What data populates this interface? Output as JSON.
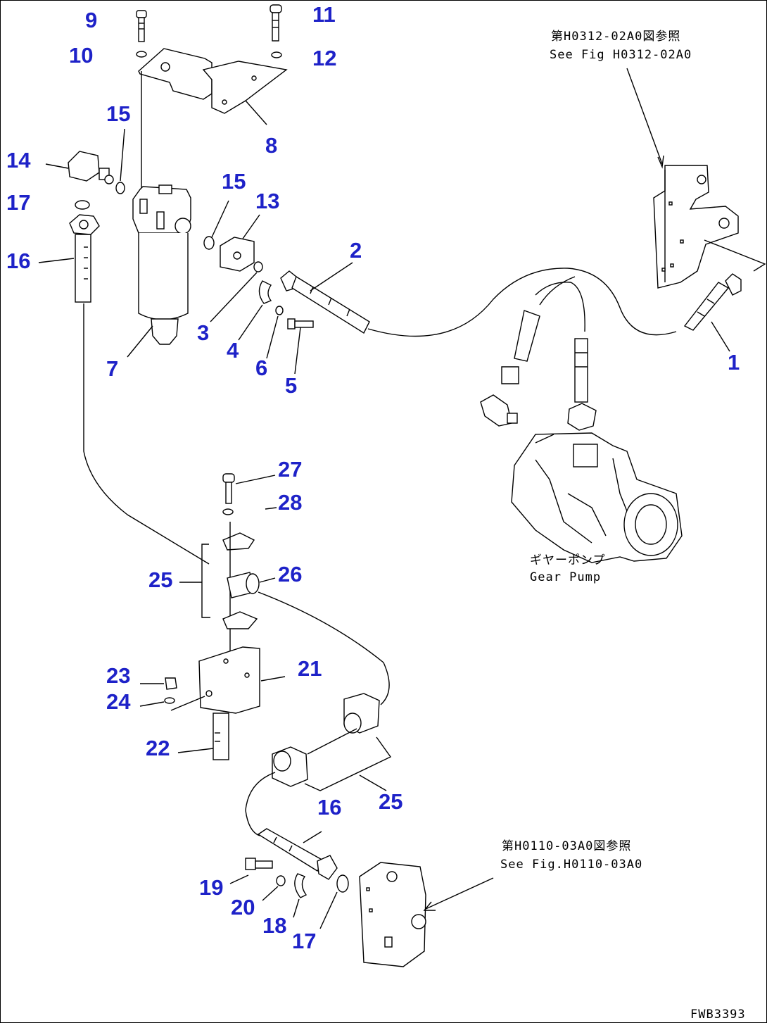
{
  "accent_color": "#1e22c8",
  "callouts": {
    "c9": "9",
    "c10": "10",
    "c11": "11",
    "c12": "12",
    "c8": "8",
    "c15a": "15",
    "c14": "14",
    "c17a": "17",
    "c15b": "15",
    "c13": "13",
    "c16a": "16",
    "c2": "2",
    "c3": "3",
    "c4": "4",
    "c7": "7",
    "c6": "6",
    "c5": "5",
    "c1": "1",
    "c27": "27",
    "c28": "28",
    "c25a": "25",
    "c26": "26",
    "c23": "23",
    "c21": "21",
    "c24": "24",
    "c22": "22",
    "c25b": "25",
    "c16b": "16",
    "c19": "19",
    "c20": "20",
    "c18": "18",
    "c17b": "17"
  },
  "notes": {
    "ref_top_jp": "第H0312-02A0図参照",
    "ref_top_en": "See Fig H0312-02A0",
    "gear_pump_jp": "ギヤーポンプ",
    "gear_pump_en": "Gear Pump",
    "ref_bottom_jp": "第H0110-03A0図参照",
    "ref_bottom_en": "See Fig.H0110-03A0"
  },
  "drawing_code": "FWB3393"
}
